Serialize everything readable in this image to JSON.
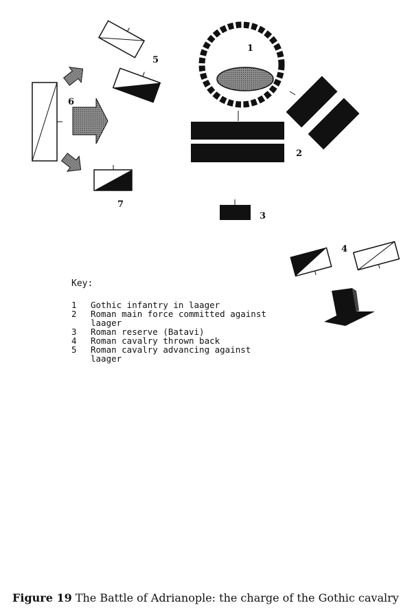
{
  "diagram": {
    "labels": [
      "1",
      "2",
      "3",
      "4",
      "5",
      "6",
      "7"
    ],
    "colors": {
      "ink": "#111111",
      "hatch": "#7a7a7a",
      "paper": "#ffffff"
    }
  },
  "key": {
    "title": "Key:",
    "items": [
      {
        "num": "1",
        "text": "Gothic infantry in laager"
      },
      {
        "num": "2",
        "text": "Roman main force committed against laager"
      },
      {
        "num": "3",
        "text": "Roman reserve (Batavi)"
      },
      {
        "num": "4",
        "text": "Roman cavalry thrown back"
      },
      {
        "num": "5",
        "text": "Roman cavalry advancing against laager"
      }
    ]
  },
  "caption": {
    "figure": "Figure 19",
    "text": "The Battle of Adrianople: the charge of the Gothic cavalry"
  }
}
